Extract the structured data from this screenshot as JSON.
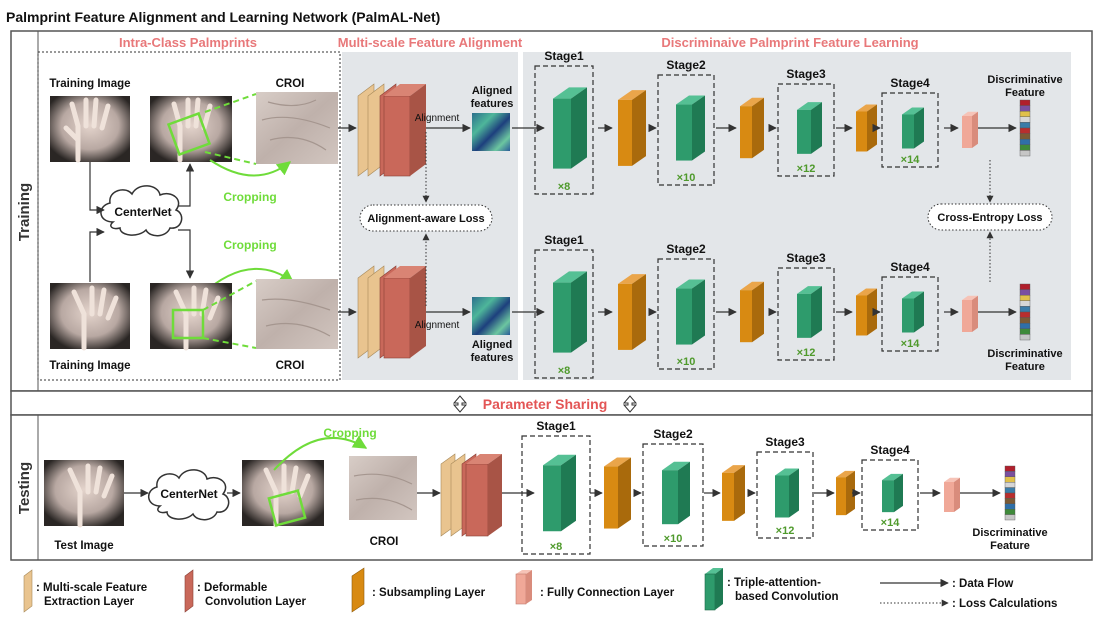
{
  "title": "Palmprint Feature Alignment and Learning Network (PalmAL-Net)",
  "sections": {
    "intra": "Intra-Class Palmprints",
    "alignment": "Multi-scale Feature Alignment",
    "learning": "Discriminaive Palmprint Feature Learning"
  },
  "phases": {
    "training": "Training",
    "testing": "Testing"
  },
  "labels": {
    "training_image": "Training Image",
    "croi": "CROI",
    "centernet": "CenterNet",
    "cropping": "Cropping",
    "alignment": "Alignment",
    "aligned_features_1": "Aligned",
    "aligned_features_2": "features",
    "alignment_loss": "Alignment-aware Loss",
    "ce_loss": "Cross-Entropy  Loss",
    "disc_1": "Discriminative",
    "disc_2": "Feature",
    "parameter_sharing": "Parameter Sharing",
    "test_image": "Test Image"
  },
  "stages": [
    {
      "name": "Stage1",
      "mult": "×8"
    },
    {
      "name": "Stage2",
      "mult": "×10"
    },
    {
      "name": "Stage3",
      "mult": "×12"
    },
    {
      "name": "Stage4",
      "mult": "×14"
    }
  ],
  "legend": {
    "msfe_1": ": Multi-scale Feature",
    "msfe_2": "Extraction Layer",
    "deform_1": ": Deformable",
    "deform_2": "Convolution Layer",
    "subsample": ": Subsampling Layer",
    "fc": ": Fully Connection Layer",
    "triple_1": ": Triple-attention-",
    "triple_2": "based Convolution",
    "data_flow": ": Data Flow",
    "loss_calc": ":  Loss Calculations"
  },
  "colors": {
    "section_red": "#e8787a",
    "crop_green": "#6fdc3a",
    "mult_green": "#4f9a2c",
    "layer_tan": "#e9c48f",
    "layer_red": "#c9685a",
    "layer_orange": "#d88a12",
    "layer_pink": "#f0a898",
    "layer_green": "#2e9b6c",
    "panel_grey": "#e3e6e9",
    "sharing_red": "#e35555"
  },
  "feature_code_colors": [
    "#b01f2c",
    "#7a4fa0",
    "#e0c04b",
    "#d6d6d6",
    "#3b7ca8",
    "#b82e2e",
    "#7b5a35",
    "#2f6fa8",
    "#3f8a3a",
    "#c6c6c6"
  ]
}
